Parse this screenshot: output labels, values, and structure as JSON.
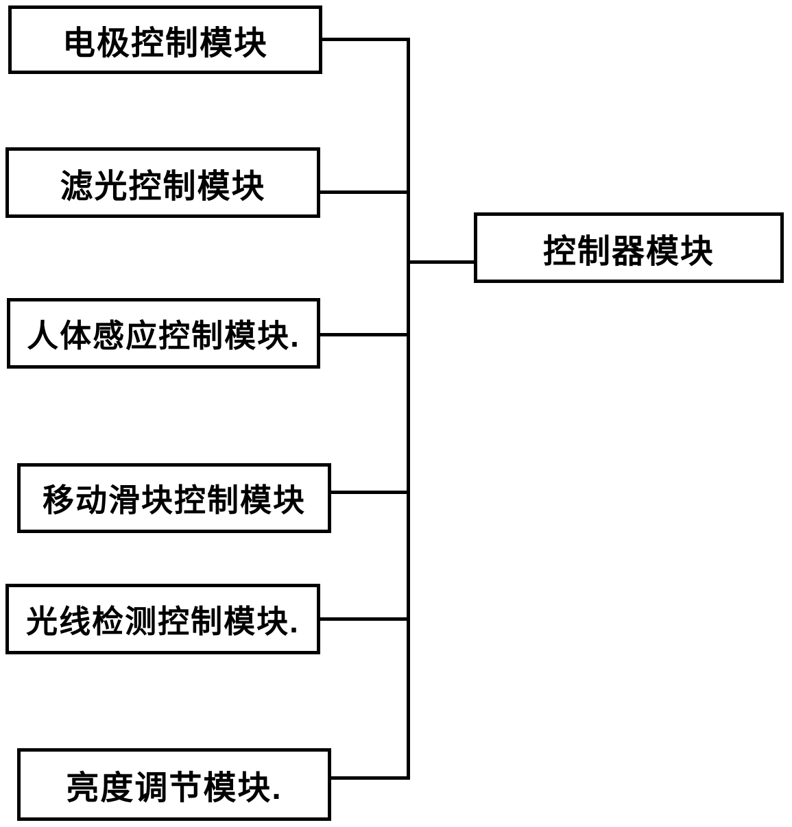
{
  "diagram": {
    "type": "block-diagram",
    "background_color": "#ffffff",
    "line_color": "#000000",
    "modules": [
      {
        "label": "电极控制模块"
      },
      {
        "label": "滤光控制模块"
      },
      {
        "label": "人体感应控制模块."
      },
      {
        "label": "移动滑块控制模块"
      },
      {
        "label": "光线检测控制模块."
      },
      {
        "label": "亮度调节模块."
      }
    ],
    "controller": {
      "label": "控制器模块"
    }
  }
}
